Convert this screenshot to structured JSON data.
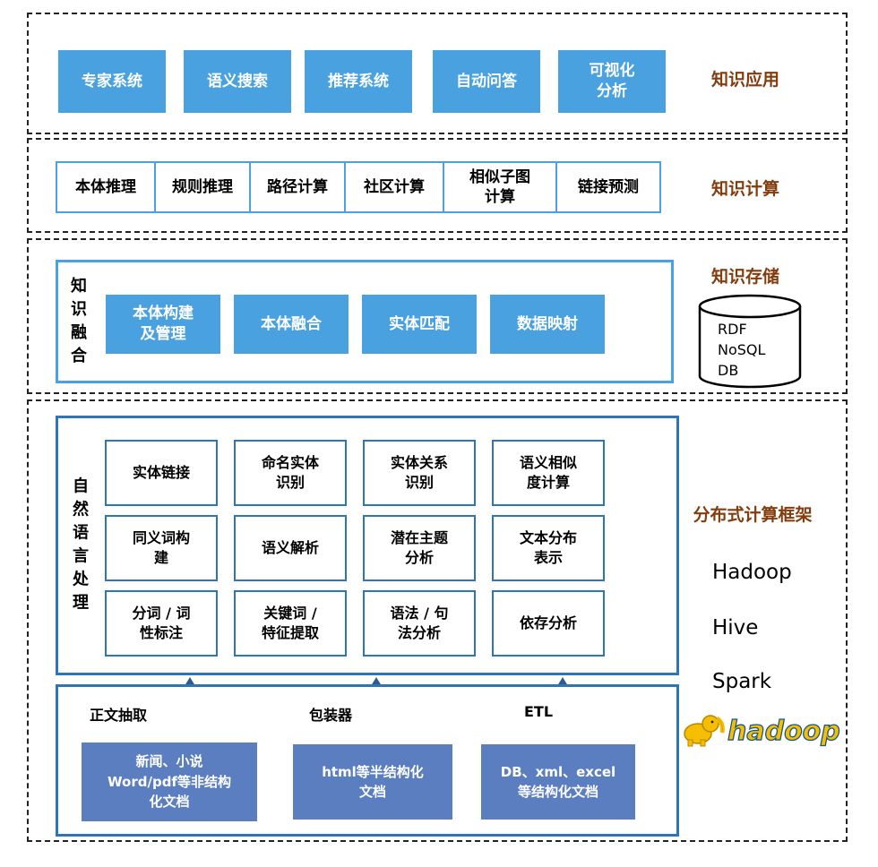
{
  "colors": {
    "accent_blue": "#4AA1E0",
    "deep_blue_border": "#2E75B6",
    "slate_blue_fill": "#5B7EC0",
    "arrow_blue": "#2B5D93",
    "label_brown": "#843C0C"
  },
  "app": {
    "label": "知识应用",
    "items": [
      "专家系统",
      "语义搜索",
      "推荐系统",
      "自动问答",
      "可视化\n分析"
    ]
  },
  "compute": {
    "label": "知识计算",
    "items": [
      "本体推理",
      "规则推理",
      "路径计算",
      "社区计算",
      "相似子图\n计算",
      "链接预测"
    ]
  },
  "storage": {
    "label": "知识存储",
    "group": "知识融合",
    "items": [
      "本体构建\n及管理",
      "本体融合",
      "实体匹配",
      "数据映射"
    ],
    "db": [
      "RDF",
      "NoSQL",
      "DB"
    ]
  },
  "nlp": {
    "group": "自然语言处理",
    "cells": [
      "实体链接",
      "命名实体\n识别",
      "实体关系\n识别",
      "语义相似\n度计算",
      "同义词构\n建",
      "语义解析",
      "潜在主题\n分析",
      "文本分布\n表示",
      "分词 / 词\n性标注",
      "关键词 /\n特征提取",
      "语法 / 句\n法分析",
      "依存分析"
    ]
  },
  "ingest": {
    "arrows": [
      "正文抽取",
      "包装器",
      "ETL"
    ],
    "sources": [
      "新闻、小说\nWord/pdf等非结构\n化文档",
      "html等半结构化\n文档",
      "DB、xml、excel\n等结构化文档"
    ]
  },
  "framework": {
    "label": "分布式计算框架",
    "items": [
      "Hadoop",
      "Hive",
      "Spark"
    ],
    "logo": "hadoop"
  }
}
